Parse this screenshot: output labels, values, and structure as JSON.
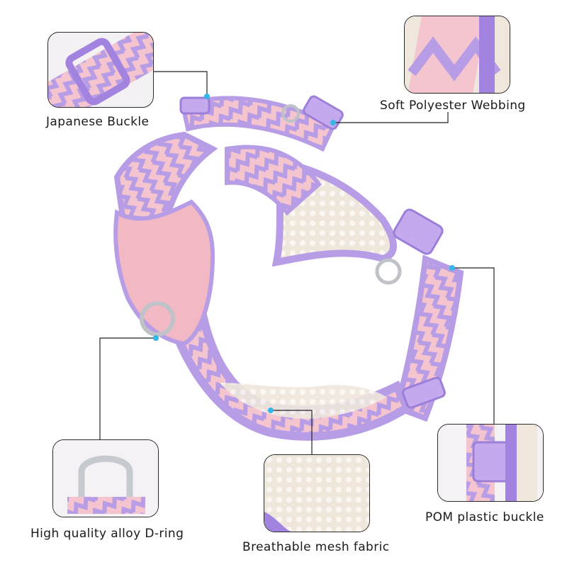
{
  "callouts": {
    "japanese_buckle": "Japanese Buckle",
    "webbing": "Soft Polyester Webbing",
    "d_ring": "High quality alloy D-ring",
    "mesh": "Breathable mesh fabric",
    "plastic_buckle": "POM plastic buckle"
  },
  "colors": {
    "lavender": "#b79ce6",
    "pink": "#f4c4cf",
    "leather": "#f2b8c3",
    "mesh": "#efe6dc",
    "accent_dot": "#33b6e8",
    "line": "#222222"
  }
}
